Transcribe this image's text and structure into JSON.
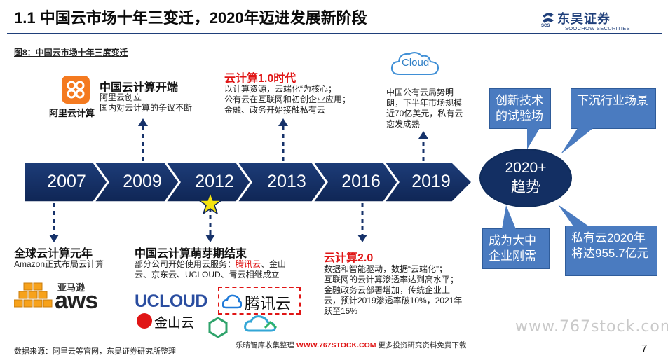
{
  "header": {
    "title": "1.1 中国云市场十年三变迁，2020年迈进发展新阶段",
    "logo_name": "东吴证券",
    "logo_sub": "SOOCHOW SECURITIES",
    "logo_badge": "SCS"
  },
  "figure_label": "图8：中国云市场十年三度变迁",
  "timeline": {
    "years": [
      "2007",
      "2009",
      "2012",
      "2013",
      "2016",
      "2019"
    ],
    "future_line1": "2020+",
    "future_line2": "趋势"
  },
  "events": {
    "e2009": {
      "heading": "中国云计算开端",
      "line1": "阿里云创立",
      "line2": "国内对云计算的争议不断",
      "logo_text": "阿里云计算"
    },
    "e2013": {
      "heading": "云计算1.0时代",
      "line1": "以计算资源，云端化“为核心；",
      "line2": "公有云在互联网和初创企业应用；",
      "line3": "金融、政务开始接触私有云"
    },
    "e2019": {
      "cloud_label": "Cloud",
      "line1": "中国公有云局势明",
      "line2": "朗，下半年市场规模",
      "line3": "近70亿美元，私有云",
      "line4": "愈发成熟"
    },
    "e2007": {
      "heading": "全球云计算元年",
      "line1": "Amazon正式布局云计算",
      "logo_cn": "亚马逊",
      "logo_en": "aws"
    },
    "e2012": {
      "heading": "中国云计算萌芽期结束",
      "line1_a": "部分公司开始使用云服务：",
      "line1_b": "腾讯云",
      "line1_c": "、金山",
      "line2": "云、京东云、UCLOUD、青云相继成立",
      "logo_ucloud": "UCLOUD",
      "logo_tencent": "腾讯云",
      "logo_kingsoft": "金山云"
    },
    "e2016": {
      "heading": "云计算2.0",
      "line1": "数据和智能驱动，数据“云端化”；",
      "line2": "互联网的云计算渗透率达到高水平；",
      "line3": "金融政务云部署增加，传统企业上",
      "line4": "云，预计2019渗透率破10%，2021年",
      "line5": "跃至15%"
    }
  },
  "trends": {
    "innovation": "创新技术的试验场",
    "sinking": "下沉行业场景",
    "enterprise": "成为大中企业刚需",
    "private_cloud": "私有云2020年将达955.7亿元"
  },
  "footer": {
    "source": "数据来源：阿里云等官网，东吴证券研究所整理",
    "wm_left": "乐晴智库收集整理",
    "wm_url": "WWW.767STOCK.COM",
    "wm_right": "更多投资研究资料免费下载",
    "page": "7",
    "watermark": "www.767stock.com"
  },
  "colors": {
    "navy": "#132f63",
    "accent_blue": "#4a7bc0",
    "red": "#e01515",
    "star": "#f5e30f"
  }
}
